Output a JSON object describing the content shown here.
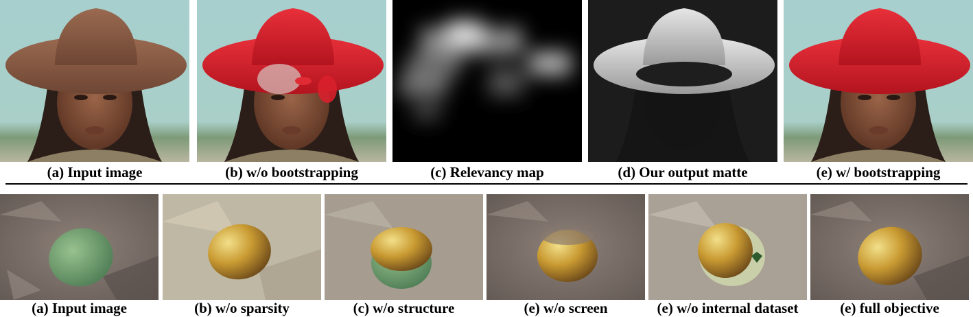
{
  "figure": {
    "top_row": {
      "captions": [
        "(a) Input image",
        "(b) w/o bootstrapping",
        "(c) Relevancy map",
        "(d) Our output matte",
        "(e) w/ bootstrapping"
      ]
    },
    "bottom_row": {
      "captions": [
        "(a) Input image",
        "(b) w/o sparsity",
        "(c) w/o structure",
        "(e) w/o screen",
        "(e) w/o internal dataset",
        "(e) full objective"
      ]
    },
    "colors": {
      "hat_brown": "#8a5e45",
      "hat_red": "#d8202c",
      "sky": "#a6cdcc",
      "skin": "#7a4a32",
      "leaves": "#7d6f66",
      "mango_green": "#7aa878",
      "mango_gold": "#c9a23a"
    }
  }
}
